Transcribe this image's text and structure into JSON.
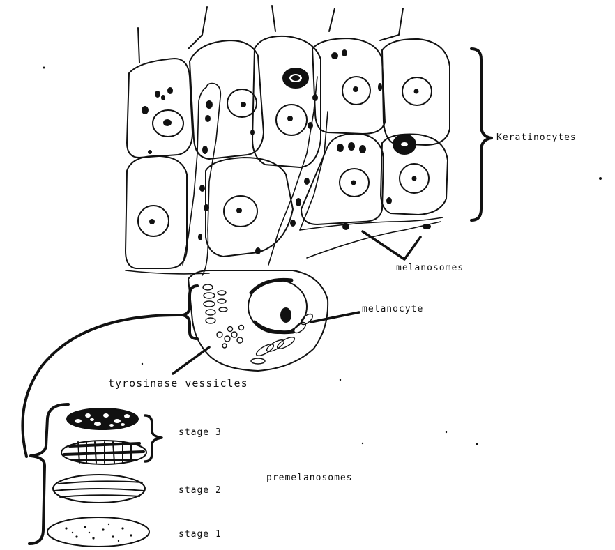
{
  "labels": {
    "keratinocytes": "Keratinocytes",
    "melanosomes": "melanosomes",
    "melanocyte": "melanocyte",
    "tyrosinase_vesicles": "tyrosinase vessicles",
    "premelanosomes": "premelanosomes",
    "stage3": "stage 3",
    "stage2": "stage 2",
    "stage1": "stage 1"
  }
}
